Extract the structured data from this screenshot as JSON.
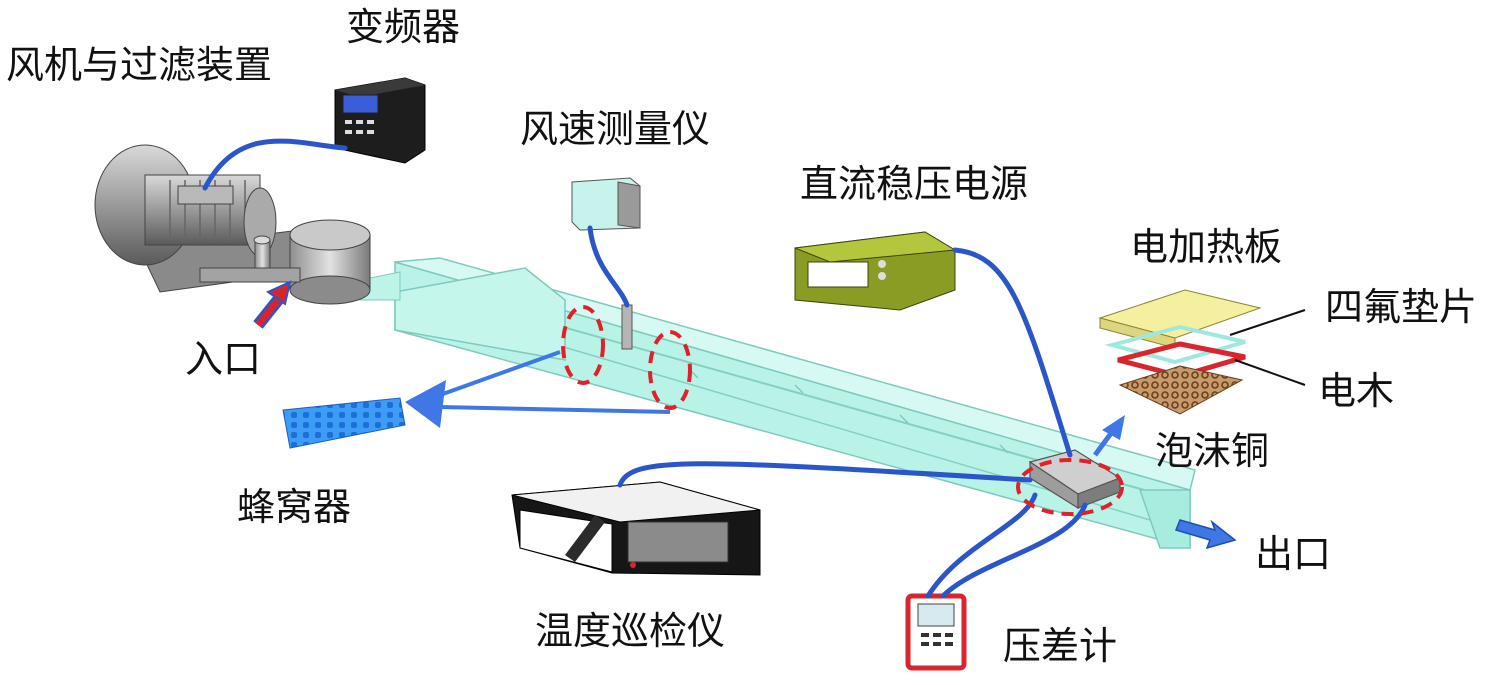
{
  "labels": {
    "fan_filter": "风机与过滤装置",
    "inverter": "变频器",
    "anemometer": "风速测量仪",
    "dc_power": "直流稳压电源",
    "heater_plate": "电加热板",
    "ptfe_gasket": "四氟垫片",
    "bakelite": "电木",
    "copper_foam": "泡沫铜",
    "inlet": "入口",
    "outlet": "出口",
    "honeycomb": "蜂窝器",
    "temp_logger": "温度巡检仪",
    "manometer": "压差计"
  },
  "colors": {
    "duct": "#b9f3e8",
    "duct_edge": "#7fc9bd",
    "cable": "#2a56c9",
    "arrow_blue": "#3f78e6",
    "arrow_red": "#d8252d",
    "dashed_red": "#e0202a",
    "dc_supply": "#8a9c24",
    "heater": "#f4f0a0",
    "gasket_red": "#d8262e",
    "foam": "#8a5a2e",
    "honeycomb": "#2e8cf0"
  }
}
